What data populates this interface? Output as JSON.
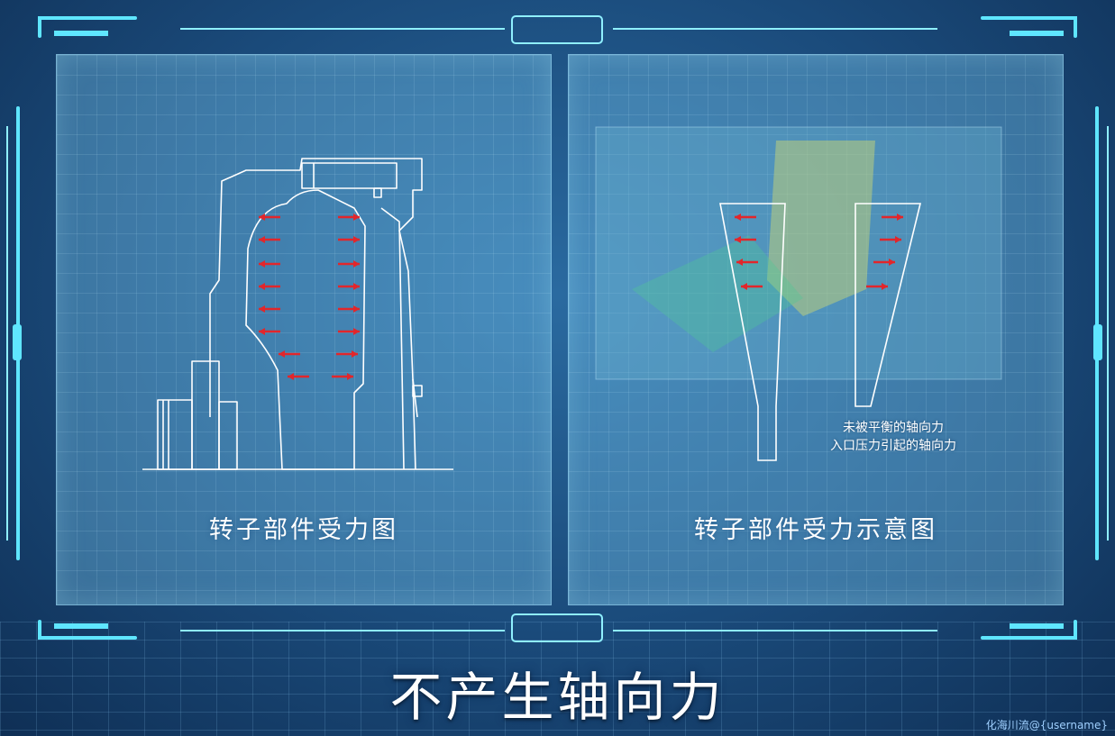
{
  "left_panel": {
    "caption": "转子部件受力图"
  },
  "right_panel": {
    "caption": "转子部件受力示意图",
    "annotations": [
      "未被平衡的轴向力",
      "入口压力引起的轴向力"
    ]
  },
  "subtitle": "不产生轴向力",
  "watermark": "化海川流@{username}",
  "colors": {
    "arrow": "#e2262b",
    "line": "#ffffff",
    "frame": "#5fe6ff"
  }
}
